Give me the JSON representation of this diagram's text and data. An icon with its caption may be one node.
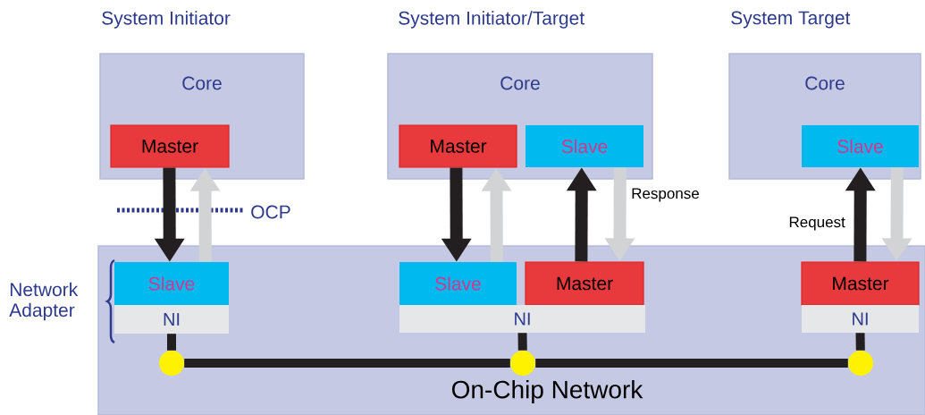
{
  "diagram": {
    "nodes": [
      {
        "text": [
          "System Initiator",
          "Core"
        ]
      },
      {
        "text": [
          "Master"
        ],
        "in": 0
      },
      {
        "text": [
          "System Initiator/Target",
          "Core"
        ]
      },
      {
        "text": [
          "Master"
        ],
        "in": 2
      },
      {
        "text": [
          "Slave"
        ],
        "in": 2
      },
      {
        "text": [
          "System Target",
          "Core"
        ]
      },
      {
        "text": [
          "Slave"
        ],
        "in": 5
      },
      {
        "text": [
          "On-Chip Network"
        ]
      },
      {
        "text": [
          "Slave"
        ],
        "in": 7
      },
      {
        "text": [
          "NI"
        ],
        "in": 7
      },
      {
        "text": [
          "Slave"
        ],
        "in": 7
      },
      {
        "text": [
          "Master"
        ],
        "in": 7
      },
      {
        "text": [
          "NI"
        ],
        "in": 7
      },
      {
        "text": [
          "Master"
        ],
        "in": 7
      },
      {
        "text": [
          "NI"
        ],
        "in": 7
      },
      {
        "text": [],
        "shape": "circle",
        "in": 7
      },
      {
        "text": [],
        "shape": "circle",
        "in": 7
      },
      {
        "text": [],
        "shape": "circle",
        "in": 7
      }
    ],
    "edges": [
      {
        "from": 1,
        "to": 8,
        "arrow": "to"
      },
      {
        "from": 8,
        "to": 1,
        "arrow": "to",
        "color": "#d1d3d4"
      },
      {
        "from": 3,
        "to": 10,
        "arrow": "to"
      },
      {
        "from": 10,
        "to": 3,
        "arrow": "to",
        "color": "#d1d3d4"
      },
      {
        "from": 11,
        "to": 4,
        "arrow": "to"
      },
      {
        "from": 4,
        "to": 11,
        "arrow": "to",
        "color": "#d1d3d4",
        "label": "Response"
      },
      {
        "from": 13,
        "to": 6,
        "arrow": "to",
        "label": "Request"
      },
      {
        "from": 6,
        "to": 13,
        "arrow": "to",
        "color": "#d1d3d4"
      },
      {
        "from": 9,
        "to": 15,
        "arrow": "none"
      },
      {
        "from": 12,
        "to": 16,
        "arrow": "none"
      },
      {
        "from": 14,
        "to": 17,
        "arrow": "none"
      },
      {
        "from": 15,
        "to": 16,
        "arrow": "none"
      },
      {
        "from": 16,
        "to": 17,
        "arrow": "none"
      }
    ],
    "labels": [
      "OCP",
      "Network Adapter"
    ]
  }
}
